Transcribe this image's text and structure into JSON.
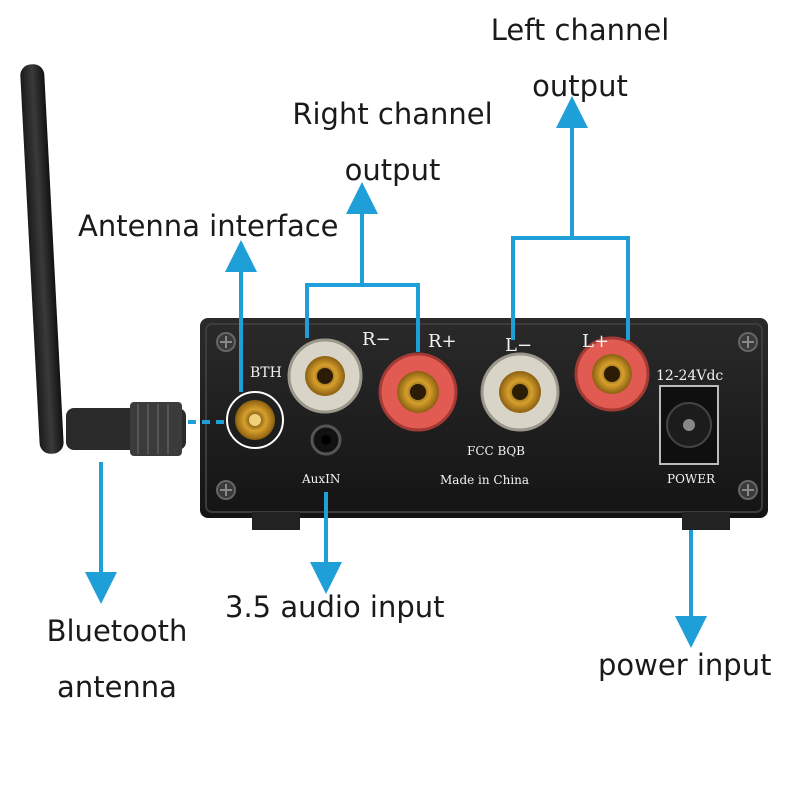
{
  "callouts": {
    "left_channel": [
      "Left channel",
      "output"
    ],
    "right_channel": [
      "Right channel",
      "output"
    ],
    "antenna_interface": "Antenna interface",
    "bluetooth_antenna": [
      "Bluetooth",
      "antenna"
    ],
    "audio_input": "3.5 audio input",
    "power_input": "power input"
  },
  "panel": {
    "bth": "BTH",
    "r_minus": "R−",
    "r_plus": "R+",
    "l_minus": "L−",
    "l_plus": "L+",
    "voltage": "12-24Vdc",
    "fcc": "FCC BQB",
    "made_in": "Made in China",
    "auxin": "AuxIN",
    "power": "POWER"
  },
  "colors": {
    "arrow": "#1e9fd8",
    "panel": "#1b1b1b",
    "binding_red": "#e25b52",
    "binding_clear": "#d9d4c8",
    "gold": "#c58b1e"
  }
}
